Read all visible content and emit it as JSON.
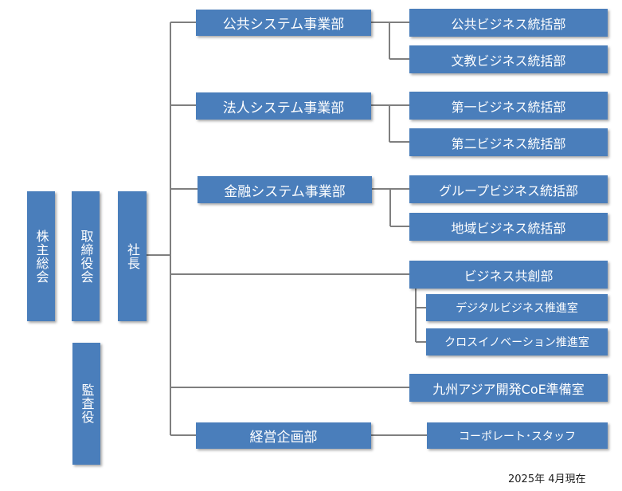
{
  "org": {
    "shareholders": "株主総会",
    "board": "取締役会",
    "president": "社長",
    "auditor": "監査役",
    "divisions": {
      "public": "公共システム事業部",
      "corporate": "法人システム事業部",
      "finance": "金融システム事業部",
      "management": "経営企画部"
    },
    "departments": {
      "public_biz": "公共ビジネス統括部",
      "education_biz": "文教ビジネス統括部",
      "first_biz": "第一ビジネス統括部",
      "second_biz": "第二ビジネス統括部",
      "group_biz": "グループビジネス統括部",
      "regional_biz": "地域ビジネス統括部",
      "business_cocreation": "ビジネス共創部",
      "kyushu_coe": "九州アジア開発CoE準備室",
      "corporate_staff": "コーポレート･スタッフ"
    },
    "offices": {
      "digital_biz": "デジタルビジネス推進室",
      "cross_innovation": "クロスイノベーション推進室"
    }
  },
  "footer": {
    "as_of": "2025年  4月現在"
  },
  "colors": {
    "box": "#4a7ebb",
    "line": "#7f7f7f",
    "text": "#ffffff"
  }
}
